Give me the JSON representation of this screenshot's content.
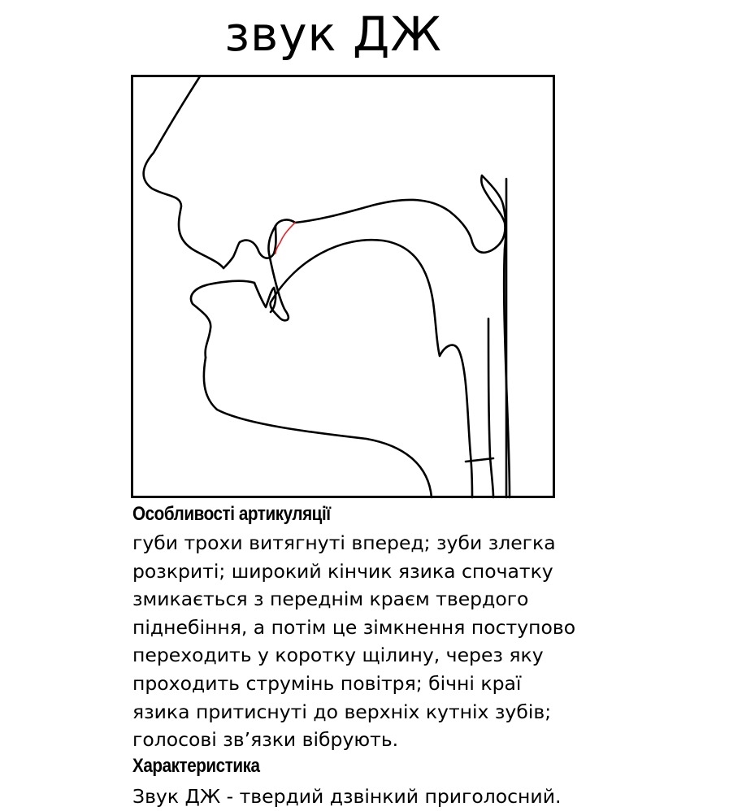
{
  "title": "звук ДЖ",
  "articulation": {
    "heading": "Особливості артикуляції",
    "lines": [
      "губи трохи витягнуті вперед; зуби злегка",
      "розкриті; широкий кінчик язика спочатку",
      "змикається з переднім краєм твердого",
      "піднебіння, а потім це зімкнення поступово",
      "переходить у коротку щілину, через яку",
      "проходить струмінь повітря; бічні краї",
      "язика притиснуті до верхніх кутніх зубів;",
      "голосові зв’язки вібрують."
    ]
  },
  "characteristic": {
    "heading": "Характеристика",
    "text": "Звук ДЖ - твердий дзвінкий приголосний."
  },
  "diagram": {
    "line_color": "#000000",
    "contact_color": "#e8262b",
    "parts": [
      "nose-profile",
      "upper-lip",
      "upper-teeth",
      "hard-palate",
      "soft-palate",
      "pharynx-wall",
      "lower-lip",
      "lower-teeth",
      "tongue",
      "jaw",
      "trachea",
      "vocal-folds",
      "tongue-palate-contact"
    ]
  }
}
